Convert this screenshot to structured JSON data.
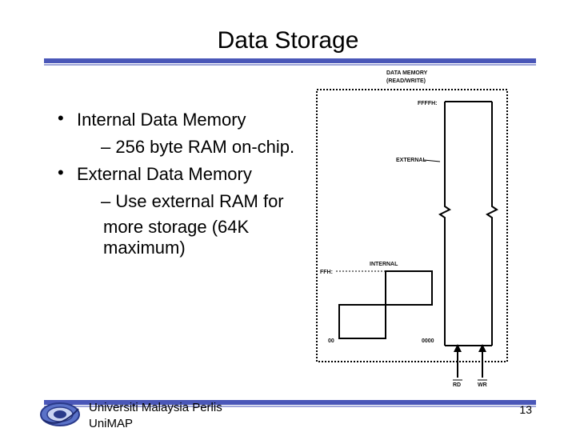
{
  "slide": {
    "title": "Data Storage",
    "bullets": [
      {
        "text": "Internal Data Memory",
        "subs": [
          "– 256 byte RAM on-chip."
        ]
      },
      {
        "text": "External Data Memory",
        "subs": [
          "– Use external RAM for",
          "more storage (64K",
          "maximum)"
        ]
      }
    ]
  },
  "diagram": {
    "header_line1": "DATA MEMORY",
    "header_line2": "(READ/WRITE)",
    "ffffh": "FFFFH:",
    "external": "EXTERNAL",
    "internal": "INTERNAL",
    "ffh": "FFH:",
    "zero_internal": "00",
    "zero_external": "0000",
    "rd": "RD",
    "wr": "WR"
  },
  "footer": {
    "university": "Universiti Malaysia Perlis",
    "short": "UniMAP",
    "page": "13"
  },
  "colors": {
    "accent": "#4a57b8",
    "accent_light": "#9fa6d9"
  }
}
